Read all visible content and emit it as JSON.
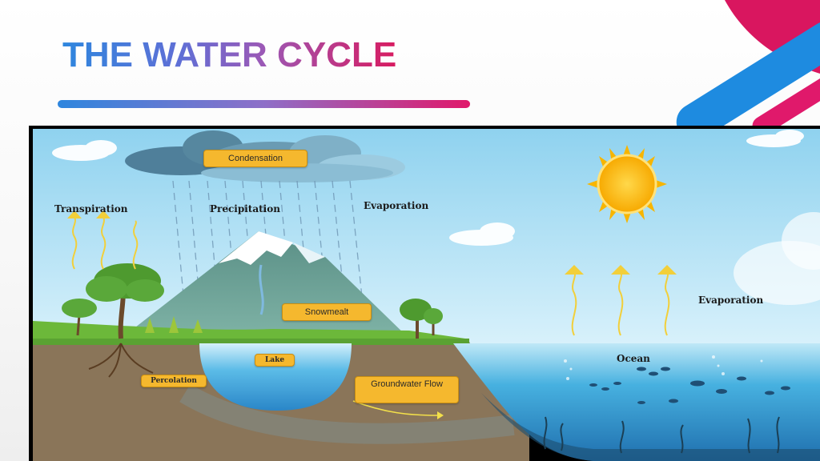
{
  "slide": {
    "title": "THE WATER CYCLE"
  },
  "diagram": {
    "labels": {
      "condensation": "Condensation",
      "transpiration": "Transpiration",
      "precipitation": "Precipitation",
      "evaporation_top": "Evaporation",
      "evaporation_right": "Evaporation",
      "snowmelt": "Snowmealt",
      "lake": "Lake",
      "percolation": "Percolation",
      "groundwater_flow": "Groundwater Flow",
      "ocean": "Ocean"
    },
    "colors": {
      "sky": "#a8dcf2",
      "ocean": "#2f9fd6",
      "soil": "#8a7559",
      "grass": "#6cb83a",
      "sun": "#f7b500",
      "tag": "#f5b82e",
      "accent_blue": "#1e8be0",
      "accent_pink": "#e0196b"
    }
  }
}
